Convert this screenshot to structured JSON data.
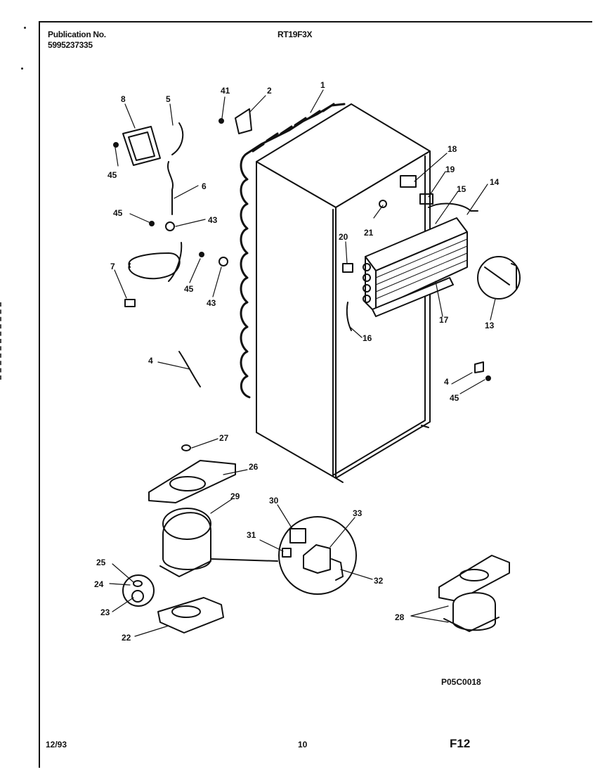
{
  "header": {
    "publication_label": "Publication No.",
    "publication_number": "5995237335",
    "model": "RT19F3X"
  },
  "footer": {
    "date": "12/93",
    "page_number": "10",
    "figure": "F12"
  },
  "diagram_code": "P05C0018",
  "callouts": [
    {
      "id": "c1",
      "label": "1"
    },
    {
      "id": "c2",
      "label": "2"
    },
    {
      "id": "c4",
      "label": "4"
    },
    {
      "id": "c4b",
      "label": "4"
    },
    {
      "id": "c5",
      "label": "5"
    },
    {
      "id": "c6",
      "label": "6"
    },
    {
      "id": "c7",
      "label": "7"
    },
    {
      "id": "c8",
      "label": "8"
    },
    {
      "id": "c13",
      "label": "13"
    },
    {
      "id": "c14",
      "label": "14"
    },
    {
      "id": "c15",
      "label": "15"
    },
    {
      "id": "c16",
      "label": "16"
    },
    {
      "id": "c17",
      "label": "17"
    },
    {
      "id": "c18",
      "label": "18"
    },
    {
      "id": "c19",
      "label": "19"
    },
    {
      "id": "c20",
      "label": "20"
    },
    {
      "id": "c21",
      "label": "21"
    },
    {
      "id": "c22",
      "label": "22"
    },
    {
      "id": "c23",
      "label": "23"
    },
    {
      "id": "c24",
      "label": "24"
    },
    {
      "id": "c25",
      "label": "25"
    },
    {
      "id": "c26",
      "label": "26"
    },
    {
      "id": "c27",
      "label": "27"
    },
    {
      "id": "c28",
      "label": "28"
    },
    {
      "id": "c29",
      "label": "29"
    },
    {
      "id": "c30",
      "label": "30"
    },
    {
      "id": "c31",
      "label": "31"
    },
    {
      "id": "c32",
      "label": "32"
    },
    {
      "id": "c33",
      "label": "33"
    },
    {
      "id": "c41",
      "label": "41"
    },
    {
      "id": "c43a",
      "label": "43"
    },
    {
      "id": "c43b",
      "label": "43"
    },
    {
      "id": "c45a",
      "label": "45"
    },
    {
      "id": "c45b",
      "label": "45"
    },
    {
      "id": "c45c",
      "label": "45"
    },
    {
      "id": "c45d",
      "label": "45"
    }
  ]
}
